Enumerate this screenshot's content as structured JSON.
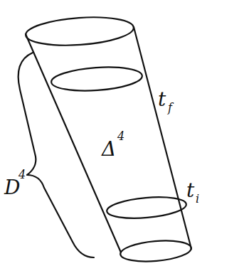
{
  "diagram": {
    "labels": [
      "D",
      "4",
      "Δ",
      "4",
      "t",
      "f",
      "t",
      "i"
    ]
  }
}
